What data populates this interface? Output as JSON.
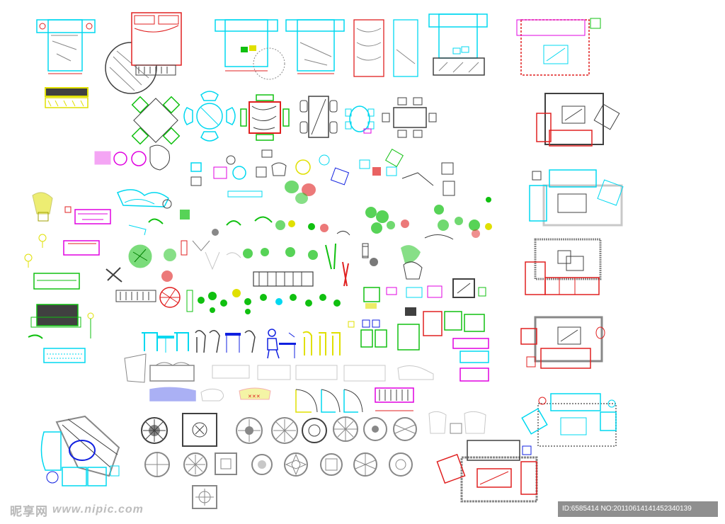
{
  "watermark": {
    "brand": "昵享网",
    "site": "www.nipic.com"
  },
  "image_id": "ID:6585414 NO:20110614141452340139",
  "colors": {
    "cyan": "#00d8f0",
    "red": "#e02020",
    "magenta": "#e000e0",
    "green": "#10c010",
    "yellow": "#e0e000",
    "grey": "#888888",
    "lightgrey": "#c8c8c8",
    "blue": "#1020e0",
    "dark": "#404040"
  },
  "icons": [
    "double-bed-icon",
    "dining-table-icon",
    "plant-icon",
    "sofa-set-icon",
    "chair-icon",
    "lamp-icon",
    "rug-medallion-icon",
    "door-swing-icon",
    "tv-icon"
  ]
}
